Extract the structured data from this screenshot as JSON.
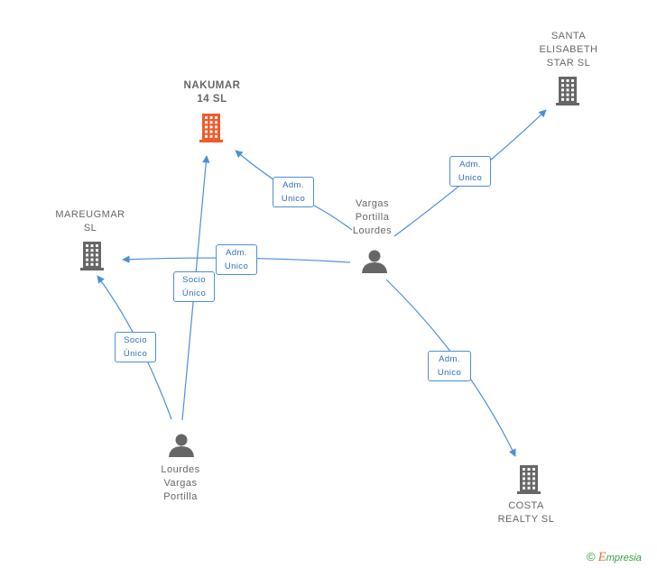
{
  "colors": {
    "edge": "#4a8fd9",
    "node_company": "#666666",
    "node_main": "#f05a2a",
    "node_person": "#666666",
    "brand": "#3a9a3a"
  },
  "nodes": {
    "nakumar": {
      "lines": [
        "NAKUMAR",
        "14  SL"
      ],
      "type": "company-main"
    },
    "santa": {
      "lines": [
        "SANTA",
        "ELISABETH",
        "STAR SL"
      ],
      "type": "company"
    },
    "mareugmar": {
      "lines": [
        "MAREUGMAR",
        "SL"
      ],
      "type": "company"
    },
    "costa": {
      "lines": [
        "COSTA",
        "REALTY  SL"
      ],
      "type": "company"
    },
    "vargas": {
      "lines": [
        "Vargas",
        "Portilla",
        "Lourdes"
      ],
      "type": "person"
    },
    "lourdes": {
      "lines": [
        "Lourdes",
        "Vargas",
        "Portilla"
      ],
      "type": "person"
    }
  },
  "edges": [
    {
      "from": "vargas",
      "to": "nakumar",
      "label": [
        "Adm.",
        "Unico"
      ]
    },
    {
      "from": "vargas",
      "to": "santa",
      "label": [
        "Adm.",
        "Unico"
      ]
    },
    {
      "from": "vargas",
      "to": "mareugmar",
      "label": [
        "Adm.",
        "Unico"
      ]
    },
    {
      "from": "vargas",
      "to": "costa",
      "label": [
        "Adm.",
        "Unico"
      ]
    },
    {
      "from": "lourdes",
      "to": "nakumar",
      "label": [
        "Socio",
        "Único"
      ]
    },
    {
      "from": "lourdes",
      "to": "mareugmar",
      "label": [
        "Socio",
        "Único"
      ]
    }
  ],
  "brand": {
    "copyright": "©",
    "e": "E",
    "rest": "mpresia"
  }
}
